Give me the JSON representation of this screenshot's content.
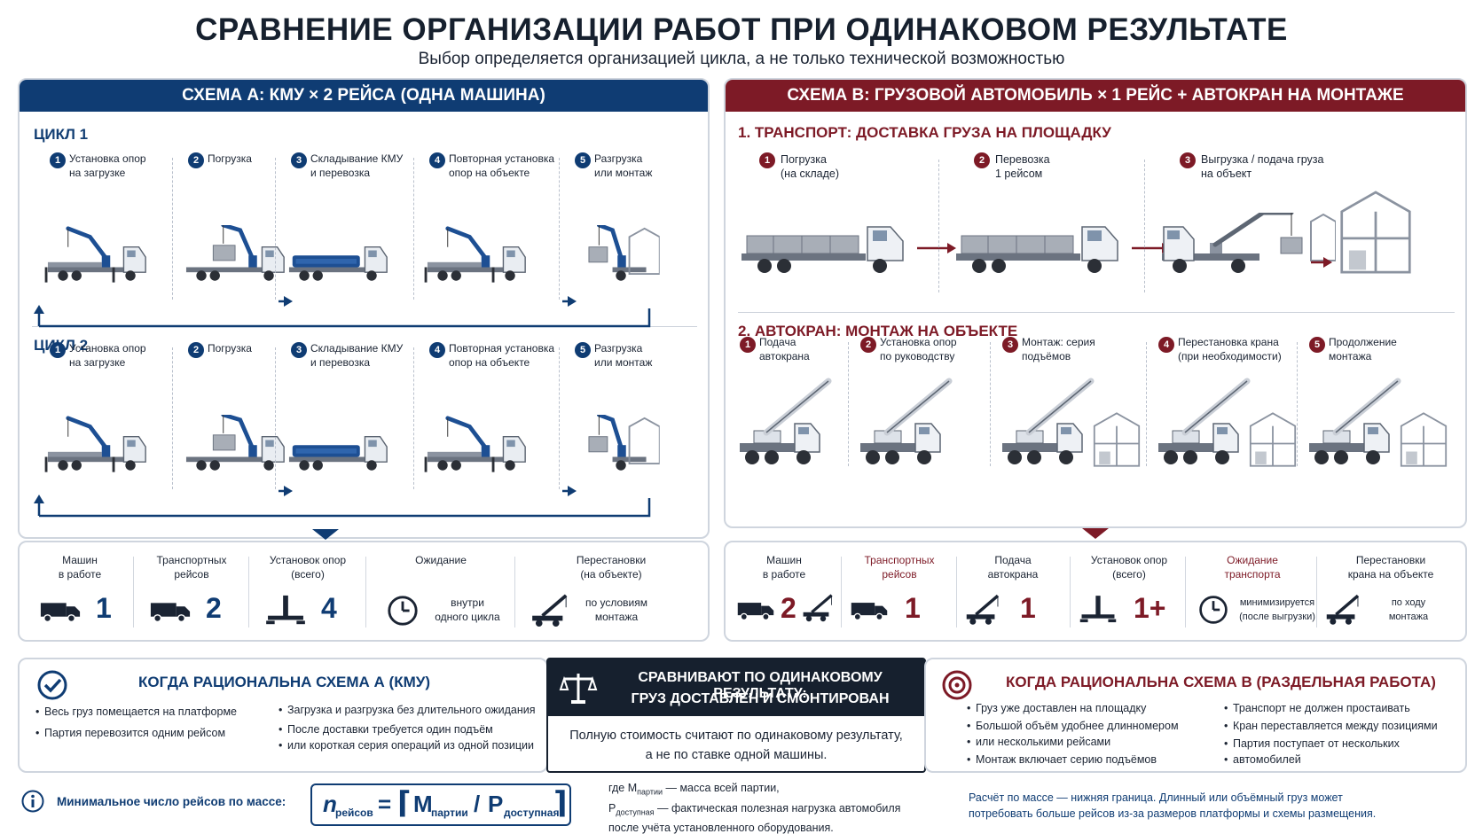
{
  "title": "СРАВНЕНИЕ ОРГАНИЗАЦИИ РАБОТ ПРИ ОДИНАКОВОМ РЕЗУЛЬТАТЕ",
  "subtitle": "Выбор определяется организацией цикла, а не только технической возможностью",
  "scheme_a": {
    "header": "СХЕМА А: КМУ × 2 РЕЙСА (ОДНА МАШИНА)",
    "cycle1": "ЦИКЛ 1",
    "cycle2": "ЦИКЛ 2",
    "steps": [
      {
        "n": "1",
        "l1": "Установка опор",
        "l2": "на загрузке"
      },
      {
        "n": "2",
        "l1": "Погрузка",
        "l2": ""
      },
      {
        "n": "3",
        "l1": "Складывание КМУ",
        "l2": "и перевозка"
      },
      {
        "n": "4",
        "l1": "Повторная установка",
        "l2": "опор на объекте"
      },
      {
        "n": "5",
        "l1": "Разгрузка",
        "l2": "или монтаж"
      }
    ],
    "stats": [
      {
        "l1": "Машин",
        "l2": "в работе",
        "value": "1",
        "note1": "",
        "note2": ""
      },
      {
        "l1": "Транспортных",
        "l2": "рейсов",
        "value": "2",
        "note1": "",
        "note2": ""
      },
      {
        "l1": "Установок опор",
        "l2": "(всего)",
        "value": "4",
        "note1": "",
        "note2": ""
      },
      {
        "l1": "Ожидание",
        "l2": "",
        "value": "",
        "note1": "внутри",
        "note2": "одного цикла"
      },
      {
        "l1": "Перестановки",
        "l2": "(на объекте)",
        "value": "",
        "note1": "по условиям",
        "note2": "монтажа"
      }
    ]
  },
  "scheme_b": {
    "header": "СХЕМА В: ГРУЗОВОЙ АВТОМОБИЛЬ × 1 РЕЙС + АВТОКРАН НА МОНТАЖЕ",
    "sec1": "1. ТРАНСПОРТ: ДОСТАВКА ГРУЗА НА ПЛОЩАДКУ",
    "sec2": "2. АВТОКРАН: МОНТАЖ НА ОБЪЕКТЕ",
    "transport_steps": [
      {
        "n": "1",
        "l1": "Погрузка",
        "l2": "(на складе)"
      },
      {
        "n": "2",
        "l1": "Перевозка",
        "l2": "1 рейсом"
      },
      {
        "n": "3",
        "l1": "Выгрузка / подача груза",
        "l2": "на объект"
      }
    ],
    "crane_steps": [
      {
        "n": "1",
        "l1": "Подача",
        "l2": "автокрана"
      },
      {
        "n": "2",
        "l1": "Установка опор",
        "l2": "по руководству"
      },
      {
        "n": "3",
        "l1": "Монтаж: серия",
        "l2": "подъёмов"
      },
      {
        "n": "4",
        "l1": "Перестановка крана",
        "l2": "(при необходимости)"
      },
      {
        "n": "5",
        "l1": "Продолжение",
        "l2": "монтажа"
      }
    ],
    "stats": [
      {
        "l1": "Машин",
        "l2": "в работе",
        "value": "2",
        "note1": "",
        "note2": "",
        "red": false
      },
      {
        "l1": "Транспортных",
        "l2": "рейсов",
        "value": "1",
        "note1": "",
        "note2": "",
        "red": true
      },
      {
        "l1": "Подача",
        "l2": "автокрана",
        "value": "1",
        "note1": "",
        "note2": "",
        "red": false
      },
      {
        "l1": "Установок опор",
        "l2": "(всего)",
        "value": "1+",
        "note1": "",
        "note2": "",
        "red": false
      },
      {
        "l1": "Ожидание",
        "l2": "транспорта",
        "value": "",
        "note1": "минимизируется",
        "note2": "(после выгрузки)",
        "red": true
      },
      {
        "l1": "Перестановки",
        "l2": "крана на объекте",
        "value": "",
        "note1": "по ходу",
        "note2": "монтажа",
        "red": false
      }
    ]
  },
  "when_a": {
    "title": "КОГДА РАЦИОНАЛЬНА СХЕМА А (КМУ)",
    "col1": [
      "Весь груз помещается на платформе",
      "Партия перевозится одним рейсом"
    ],
    "col2": [
      "Загрузка и разгрузка без длительного ожидания",
      "После доставки требуется один подъём",
      "или короткая серия операций из одной позиции"
    ]
  },
  "compare": {
    "title1": "СРАВНИВАЮТ ПО ОДИНАКОВОМУ РЕЗУЛЬТАТУ:",
    "title2": "ГРУЗ ДОСТАВЛЕН И СМОНТИРОВАН",
    "body1": "Полную стоимость считают по одинаковому результату,",
    "body2": "а не по ставке одной машины."
  },
  "when_b": {
    "title": "КОГДА РАЦИОНАЛЬНА СХЕМА В (РАЗДЕЛЬНАЯ РАБОТА)",
    "col1": [
      "Груз уже доставлен на площадку",
      "Большой объём удобнее длинномером",
      "или несколькими рейсами",
      "Монтаж включает серию подъёмов"
    ],
    "col2": [
      "Транспорт не должен простаивать",
      "Кран переставляется между позициями",
      "Партия поступает от нескольких",
      "автомобилей"
    ]
  },
  "formula": {
    "label": "Минимальное число рейсов по массе:",
    "n": "n",
    "n_sub": "рейсов",
    "eq": "=",
    "m": "M",
    "m_sub": "партии",
    "slash": "/",
    "p": "P",
    "p_sub": "доступная",
    "where1a": "где M",
    "where1sub": "партии",
    "where1b": " — масса всей партии,",
    "where2a": "P",
    "where2sub": "доступная",
    "where2b": " — фактическая полезная нагрузка автомобиля",
    "where3": "после учёта установленного оборудования.",
    "note1": "Расчёт по массе — нижняя граница. Длинный или объёмный груз может",
    "note2": "потребовать больше рейсов из-за размеров платформы и схемы размещения."
  },
  "colors": {
    "navy": "#0f3c73",
    "maroon": "#7d1a26",
    "dark": "#16202e"
  }
}
